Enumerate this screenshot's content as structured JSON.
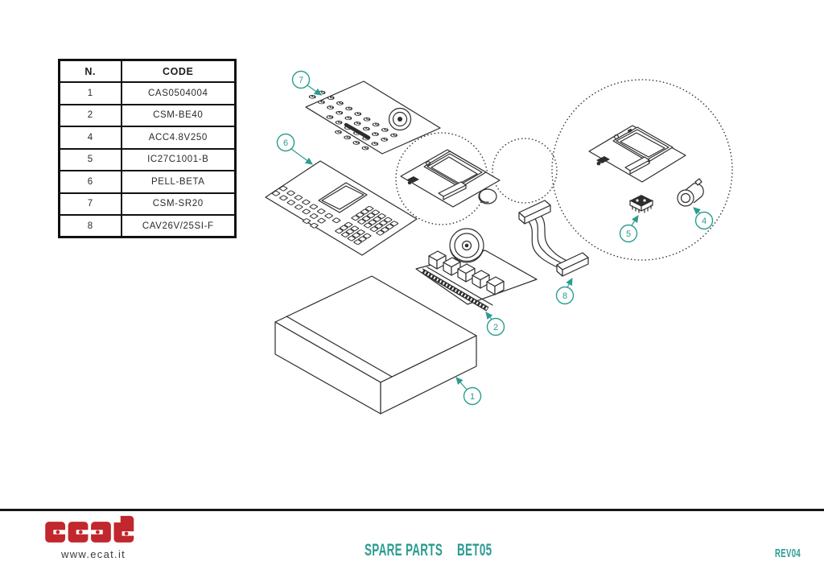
{
  "colors": {
    "accent": "#2B9C90",
    "logo_red": "#C1272D"
  },
  "parts_table": {
    "headers": [
      "N.",
      "CODE"
    ],
    "rows": [
      {
        "n": "1",
        "code": "CAS0504004"
      },
      {
        "n": "2",
        "code": "CSM-BE40"
      },
      {
        "n": "4",
        "code": "ACC4.8V250"
      },
      {
        "n": "5",
        "code": "IC27C1001-B"
      },
      {
        "n": "6",
        "code": "PELL-BETA"
      },
      {
        "n": "7",
        "code": "CSM-SR20"
      },
      {
        "n": "8",
        "code": "CAV26V/25SI-F"
      }
    ]
  },
  "diagram": {
    "callouts": {
      "c1": "1",
      "c2": "2",
      "c4": "4",
      "c5": "5",
      "c6": "6",
      "c7": "7",
      "c8": "8"
    }
  },
  "footer": {
    "logo_text": "ecat",
    "website": "www.ecat.it",
    "title": "SPARE PARTS",
    "model": "BET05",
    "revision": "REV04"
  }
}
